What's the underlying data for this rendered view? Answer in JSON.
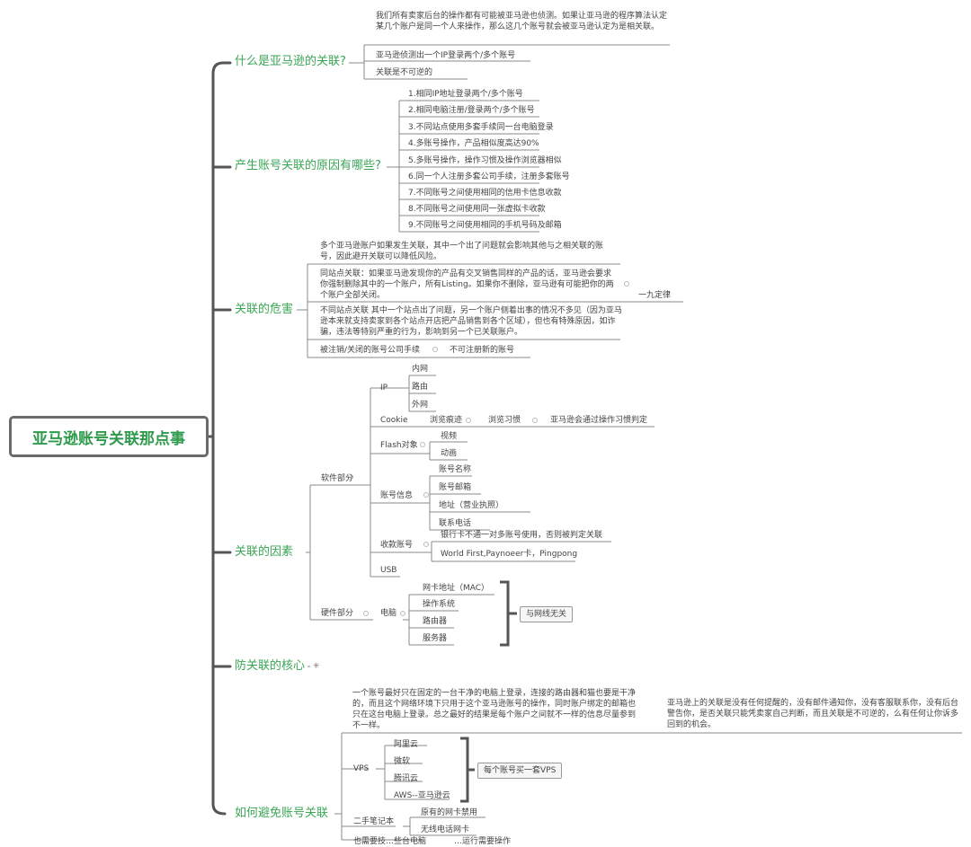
{
  "root": "亚马逊账号关联那点事",
  "branches": {
    "b1": {
      "title": "什么是亚马逊的关联?",
      "desc": "我们所有卖家后台的操作都有可能被亚马逊也侦测。如果让亚马逊的程序算法认定某几个账户是同一个人来操作，那么这几个账号就会被亚马逊认定为是相关联。",
      "c1": "亚马逊侦测出一个IP登录两个/多个账号",
      "c2": "关联是不可逆的"
    },
    "b2": {
      "title": "产生账号关联的原因有哪些?",
      "items": [
        "1.相同IP地址登录两个/多个账号",
        "2.相同电脑注册/登录两个/多个账号",
        "3.不同站点使用多套手续同一台电脑登录",
        "4.多账号操作，产品相似度高达90%",
        "5.多账号操作，操作习惯及操作浏览器相似",
        "6.同一个人注册多套公司手续，注册多套账号",
        "7.不同账号之间使用相同的信用卡信息收款",
        "8.不同账号之间使用同一张虚拟卡收款",
        "9.不同账号之间使用相同的手机号码及邮箱"
      ]
    },
    "b3": {
      "title": "关联的危害",
      "intro": "多个亚马逊账户如果发生关联，其中一个出了问题就会影响其他与之相关联的账号，因此避开关联可以降低风险。",
      "p1": "同站点关联：如果亚马逊发现你的产品有交叉销售同样的产品的话，亚马逊会要求你强制删除其中的一个账户，所有Listing。如果你不删除，亚马逊有可能把你的两个账户全部关闭。",
      "p1_tag": "一九定律",
      "p2": "不同站点关联 其中一个站点出了问题，另一个账户侧着出事的情况不多见（因为亚马逊本来就支持卖家到各个站点开店把产品销售到各个区域），但也有特殊原因，如诈骗，违法等特别严重的行为，影响到另一个已关联账户。",
      "p3": "被注销/关闭的账号公司手续",
      "p3_tag": "不可注册新的账号"
    },
    "b4": {
      "title": "关联的因素",
      "software": "软件部分",
      "ip": "IP",
      "ip_items": [
        "内网",
        "路由",
        "外网"
      ],
      "cookie": "Cookie",
      "cookie_c1": "浏览痕迹",
      "cookie_c2": "浏览习惯",
      "cookie_c3": "亚马逊会通过操作习惯判定",
      "flash": "Flash对象",
      "flash_items": [
        "视频",
        "动画"
      ],
      "account": "账号信息",
      "account_items": [
        "账号名称",
        "账号邮箱",
        "地址（营业执照）",
        "联系电话"
      ],
      "pay": "收款账号",
      "pay_items": [
        "银行卡不通一对多账号使用，否则被判定关联",
        "World First,Paynoeer卡，Pingpong"
      ],
      "usb": "USB",
      "hardware": "硬件部分",
      "pc": "电脑",
      "pc_items": [
        "网卡地址（MAC）",
        "操作系统",
        "路由器",
        "服务器"
      ],
      "pc_tag": "与网线无关"
    },
    "b5": {
      "title": "防关联的核心",
      "star": "✳"
    },
    "b6": {
      "title": "如何避免账号关联",
      "desc": "一个账号最好只在固定的一台干净的电脑上登录，连接的路由器和猫也要是干净的，而且这个网络环境下只用于这个亚马逊账号的操作，同时账户绑定的邮箱也只在这台电脑上登录。总之最好的结果是每个账户之间就不一样的信息尽量参到不一样。",
      "note": "亚马逊上的关联是没有任何提醒的，没有邮件通知你，没有客服联系你，没有后台警告你，是否关联只能凭卖家自己判断，而且关联是不可逆的，么有任何让你诉多回到的机会。",
      "vps": "VPS",
      "vps_items": [
        "阿里云",
        "微软",
        "腾讯云",
        "AWS--亚马逊云"
      ],
      "vps_tag": "每个账号买一套VPS",
      "laptop": "二手笔记本",
      "laptop_items": [
        "原有的网卡禁用",
        "无线电话网卡"
      ],
      "cut1": "也需要技…些台电脑",
      "cut2": "…运行需要操作"
    }
  }
}
